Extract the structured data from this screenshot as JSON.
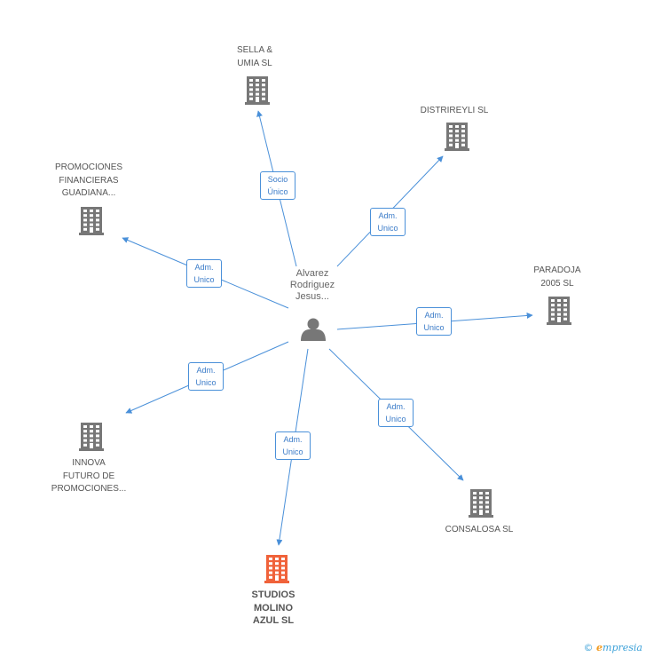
{
  "diagram": {
    "center": {
      "label": "Alvarez\nRodriguez\nJesus..."
    },
    "nodes": [
      {
        "id": "sella",
        "label": "SELLA &\nUMIA SL"
      },
      {
        "id": "distrireyli",
        "label": "DISTRIREYLI SL"
      },
      {
        "id": "promociones",
        "label": "PROMOCIONES\nFINANCIERAS\nGUADIANA..."
      },
      {
        "id": "paradoja",
        "label": "PARADOJA\n2005 SL"
      },
      {
        "id": "innova",
        "label": "INNOVA\nFUTURO DE\nPROMOCIONES..."
      },
      {
        "id": "consalosa",
        "label": "CONSALOSA SL"
      },
      {
        "id": "studios",
        "label": "STUDIOS\nMOLINO\nAZUL SL"
      }
    ],
    "edges": [
      {
        "to": "sella",
        "label": "Socio\nÚnico"
      },
      {
        "to": "distrireyli",
        "label": "Adm.\nUnico"
      },
      {
        "to": "promociones",
        "label": "Adm.\nUnico"
      },
      {
        "to": "paradoja",
        "label": "Adm.\nUnico"
      },
      {
        "to": "innova",
        "label": "Adm.\nUnico"
      },
      {
        "to": "consalosa",
        "label": "Adm.\nUnico"
      },
      {
        "to": "studios",
        "label": "Adm.\nUnico"
      }
    ]
  },
  "colors": {
    "edge": "#4a90d9",
    "building": "#777777",
    "building_highlight": "#f0623a",
    "person": "#777777"
  },
  "footer": {
    "copyright_symbol": "©",
    "brand_initial": "e",
    "brand_rest": "mpresia"
  }
}
